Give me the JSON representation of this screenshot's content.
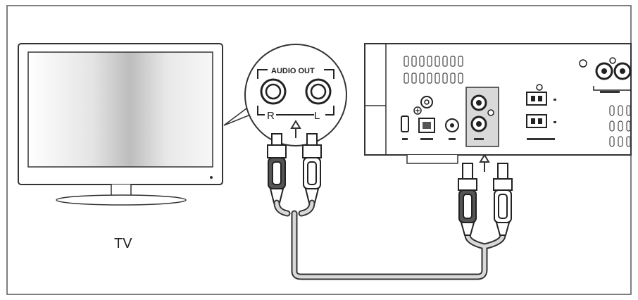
{
  "labels": {
    "tv": "TV",
    "audio_out": "AUDIO OUT",
    "right": "R",
    "left": "L"
  },
  "colors": {
    "line": "#333333",
    "frame": "#555555",
    "panel_fill": "#ffffff",
    "shade": "#d9d9d9",
    "dark": "#2a2a2a"
  }
}
